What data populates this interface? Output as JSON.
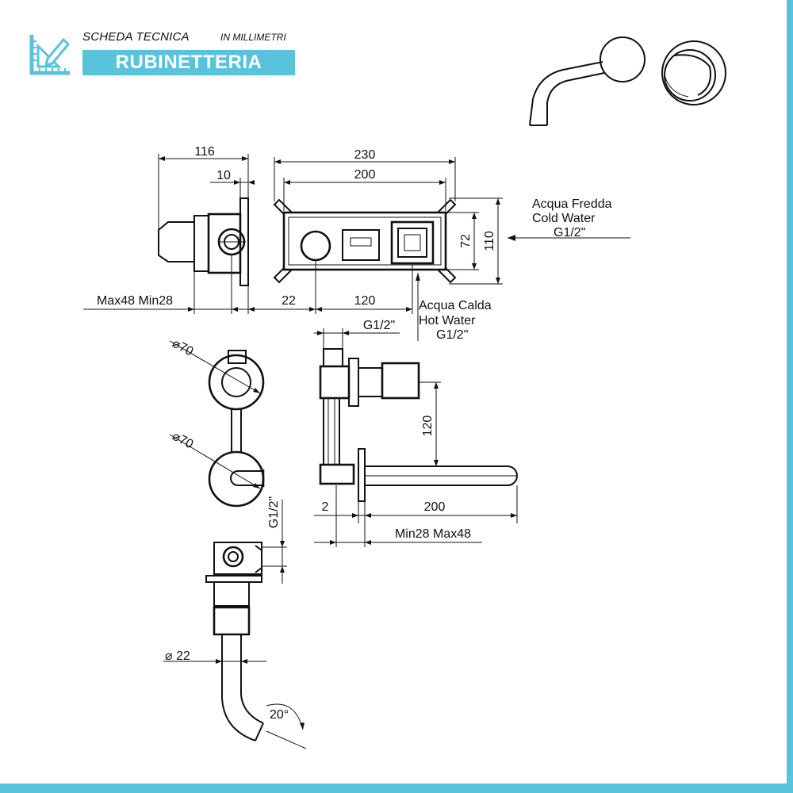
{
  "header": {
    "title": "SCHEDA TECNICA",
    "unit_note": "IN MILLIMETRI",
    "category": "RUBINETTERIA",
    "logo_icon": "ruler-pencil-icon",
    "accent_color": "#5ac3dc"
  },
  "dimensions": {
    "side_depth": "116",
    "flange_thickness": "10",
    "box_width": "230",
    "box_inner_width": "200",
    "box_height": "110",
    "box_inner_height": "72",
    "wall_range": "Max48  Min28",
    "offset_22": "22",
    "center_distance": "120",
    "rosette_diameter_top": "70",
    "rosette_diameter_bottom": "70",
    "thread_top": "G1/2\"",
    "spout_height": "120",
    "gap_2": "2",
    "spout_length": "200",
    "wall_range_bottom": "Min28  Max48",
    "thread_side": "G1/2\"",
    "pipe_diameter": "22",
    "angle": "20°"
  },
  "connections": {
    "cold_it": "Acqua Fredda",
    "cold_en": "Cold Water",
    "cold_thread": "G1/2\"",
    "hot_it": "Acqua Calda",
    "hot_en": "Hot Water",
    "hot_thread": "G1/2\""
  }
}
